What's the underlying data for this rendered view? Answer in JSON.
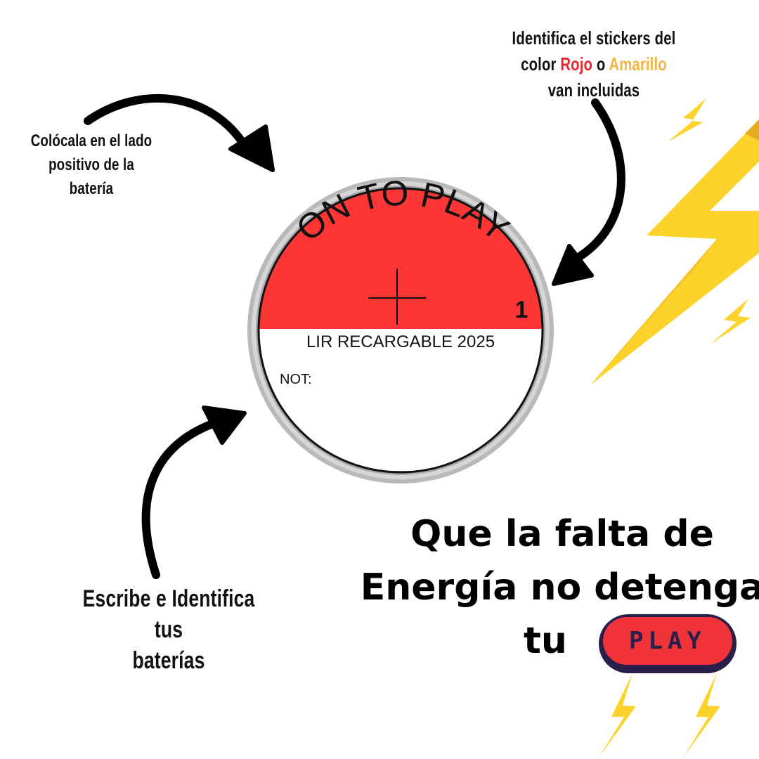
{
  "notes": {
    "top_right": {
      "line1": "Identifica el  stickers del",
      "line2_prefix": "color ",
      "red_word": "Rojo",
      "connector": " o ",
      "yellow_word": "Amarillo",
      "line3": "van incluidas"
    },
    "top_left": {
      "line1": "Colócala en el lado",
      "line2": "positivo de la batería"
    },
    "bottom_left": {
      "line1": "Escribe  e  Identifica tus",
      "line2": "baterías"
    }
  },
  "sticker": {
    "arc_text": "ON TO PLAY",
    "number": "1",
    "subtitle": "LIR RECARGABLE 2025",
    "note_label": "NOT:",
    "top_color": "#fc3535",
    "bottom_color": "#ffffff"
  },
  "slogan": {
    "line1": "Que la falta de",
    "line2": "Energía no detenga",
    "line3": "tu"
  },
  "play_button": {
    "label": "PLAY"
  },
  "colors": {
    "red": "#e8262b",
    "yellow": "#f4b342",
    "bolt": "#fcd22b",
    "navy": "#2a1f4a"
  },
  "icons": [
    "curved-arrow-icon",
    "lightning-bolt-icon",
    "crosshair-icon"
  ]
}
